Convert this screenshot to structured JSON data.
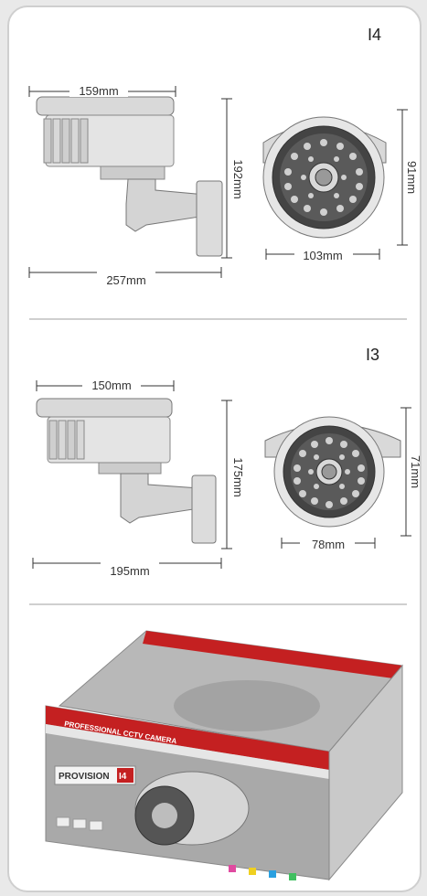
{
  "sections": [
    {
      "model": "I4",
      "dims": {
        "top_width": "159mm",
        "height": "192mm",
        "total_length": "257mm",
        "front_width": "103mm",
        "front_height": "91mm"
      }
    },
    {
      "model": "I3",
      "dims": {
        "top_width": "150mm",
        "height": "175mm",
        "total_length": "195mm",
        "front_width": "78mm",
        "front_height": "71mm"
      }
    }
  ],
  "box": {
    "brand": "PROVISION",
    "model_tag": "I4",
    "tagline": "PROFESSIONAL CCTV CAMERA"
  },
  "colors": {
    "body": "#d9d9d9",
    "bezel": "#444444",
    "box_red": "#c42021",
    "box_gray": "#a9a9a9"
  }
}
